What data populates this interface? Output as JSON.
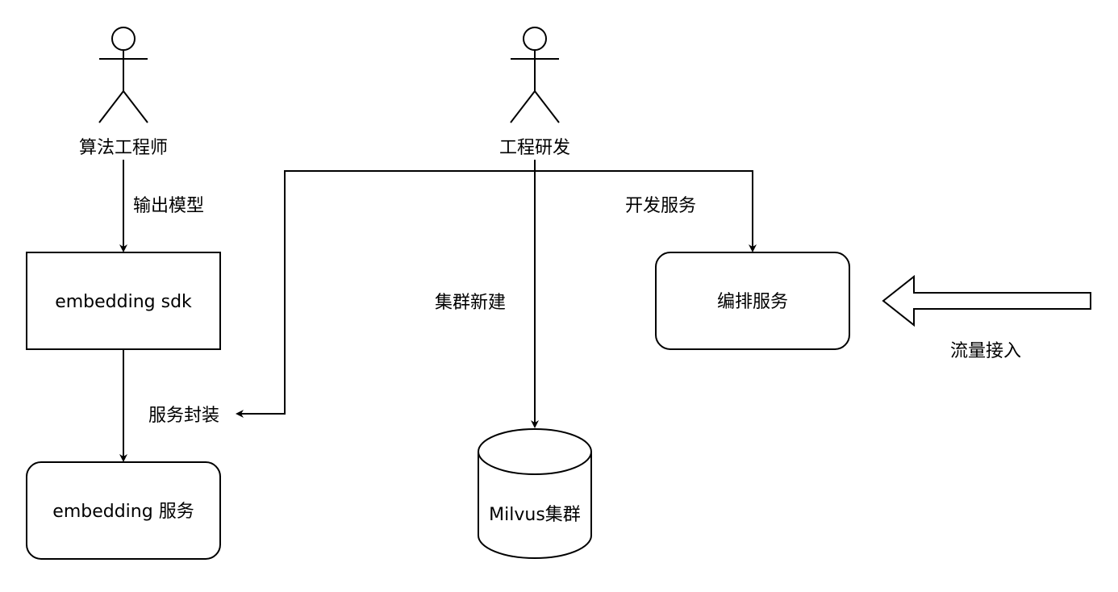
{
  "actors": {
    "algorithm_engineer": {
      "label": "算法工程师"
    },
    "engineering_dev": {
      "label": "工程研发"
    }
  },
  "nodes": {
    "embedding_sdk": {
      "label": "embedding sdk",
      "shape": "rectangle"
    },
    "embedding_service": {
      "label": "embedding 服务",
      "shape": "rounded-rectangle"
    },
    "milvus_cluster": {
      "label": "Milvus集群",
      "shape": "cylinder"
    },
    "orchestration_service": {
      "label": "编排服务",
      "shape": "rounded-rectangle"
    }
  },
  "edges": {
    "output_model": {
      "label": "输出模型",
      "from": "algorithm_engineer",
      "to": "embedding_sdk"
    },
    "service_wrap": {
      "label": "服务封装",
      "from": "embedding_sdk",
      "to": "embedding_service"
    },
    "dev_service": {
      "label": "开发服务",
      "from": "engineering_dev",
      "to": "orchestration_service"
    },
    "cluster_create": {
      "label": "集群新建",
      "from": "engineering_dev",
      "to": "milvus_cluster"
    },
    "wrap_pointer": {
      "from": "engineering_dev",
      "to": "service_wrap"
    }
  },
  "traffic": {
    "label": "流量接入",
    "icon": "left-block-arrow-icon"
  }
}
